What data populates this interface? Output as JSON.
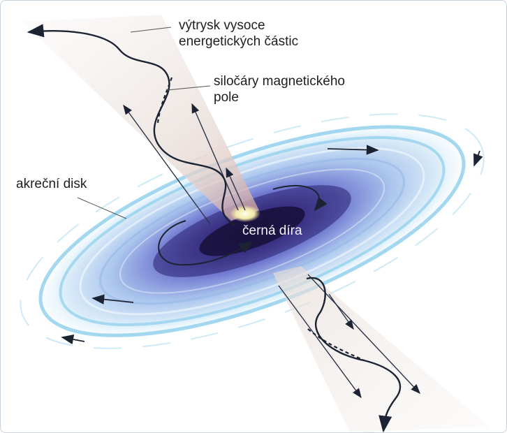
{
  "labels": {
    "jet_line1": "výtrysk vysoce",
    "jet_line2": "energetických částic",
    "field_line1": "siločáry magnetického",
    "field_line2": "pole",
    "disk": "akreční disk",
    "black_hole": "černá díra"
  },
  "colors": {
    "disk_core": "#3a2f8c",
    "disk_mid": "#6b74cf",
    "disk_ring": "#6ec3e6",
    "jet": "#e4ddd9",
    "text": "#1e1e1e",
    "black_hole_text": "#f4f2ff"
  }
}
